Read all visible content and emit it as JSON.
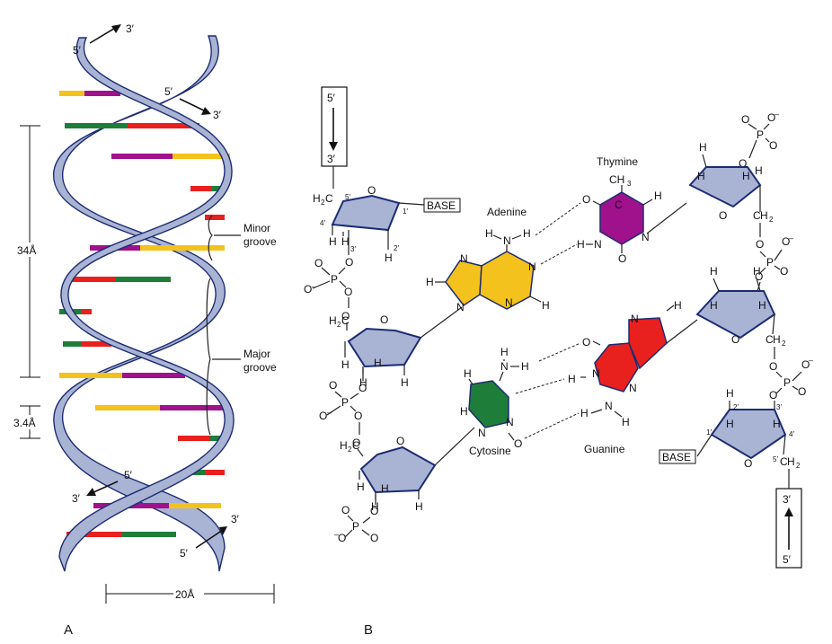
{
  "panel_a": {
    "label": "A",
    "strand_ends": {
      "top_left_five": "5′",
      "top_left_three": "3′",
      "top_right_five": "5′",
      "top_right_three": "3′",
      "bottom_left_five": "5′",
      "bottom_left_three": "3′",
      "bottom_right_three": "3′",
      "bottom_right_five": "5′"
    },
    "measure_pitch": "34Å",
    "measure_rise": "3.4Å",
    "measure_width": "20Å",
    "minor_groove": [
      "Minor",
      "groove"
    ],
    "major_groove": [
      "Major",
      "groove"
    ],
    "base_colors": {
      "yellow": "#f4c21c",
      "purple": "#a0118c",
      "green": "#1f7d3a",
      "red": "#e8201e",
      "backbone": "#a9b3d4",
      "backbone_outline": "#1c2c73"
    }
  },
  "panel_b": {
    "label": "B",
    "left_direction": {
      "top": "5′",
      "bottom": "3′"
    },
    "right_direction": {
      "top": "3′",
      "bottom": "5′"
    },
    "base_box": "BASE",
    "bases": {
      "adenine": {
        "name": "Adenine",
        "color": "#f4c21c"
      },
      "thymine": {
        "name": "Thymine",
        "color": "#a0118c"
      },
      "cytosine": {
        "name": "Cytosine",
        "color": "#1f7d3a"
      },
      "guanine": {
        "name": "Guanine",
        "color": "#e8201e"
      }
    },
    "carbon_labels": {
      "c5": "5′",
      "c4": "4′",
      "c3": "3′",
      "c2": "2′",
      "c1": "1′"
    },
    "atoms": {
      "H": "H",
      "O": "O",
      "N": "N",
      "P": "P",
      "C": "C",
      "minus": "–",
      "ch2": "CH",
      "h2c": "H",
      "sub2": "2",
      "sub3": "3"
    }
  }
}
